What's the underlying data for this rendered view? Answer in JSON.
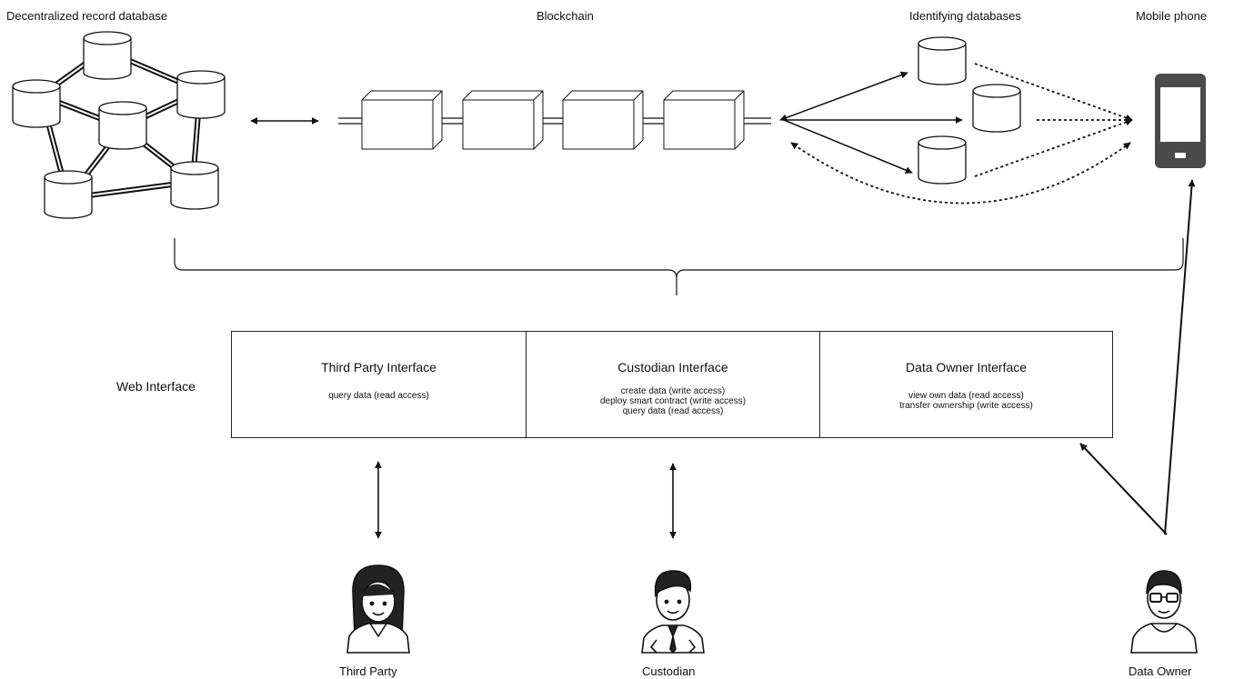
{
  "labels": {
    "decentralized_db": "Decentralized record database",
    "blockchain": "Blockchain",
    "identifying_db": "Identifying databases",
    "mobile_phone": "Mobile phone",
    "web_interface": "Web Interface"
  },
  "interfaces": [
    {
      "title": "Third Party Interface",
      "items": [
        "query data (read access)"
      ]
    },
    {
      "title": "Custodian Interface",
      "items": [
        "create data (write access)",
        "deploy smart contract (write access)",
        "query data (read access)"
      ]
    },
    {
      "title": "Data Owner Interface",
      "items": [
        "view own data (read access)",
        "transfer ownership (write access)"
      ]
    }
  ],
  "actors": {
    "third_party": "Third Party",
    "custodian": "Custodian",
    "data_owner": "Data Owner"
  },
  "colors": {
    "line": "#111111",
    "phone_body": "#4a4a4a",
    "phone_screen": "#ffffff"
  },
  "icons": [
    "database-icon",
    "block-icon",
    "mobile-phone-icon",
    "woman-avatar-icon",
    "man-tie-avatar-icon",
    "man-glasses-avatar-icon"
  ]
}
